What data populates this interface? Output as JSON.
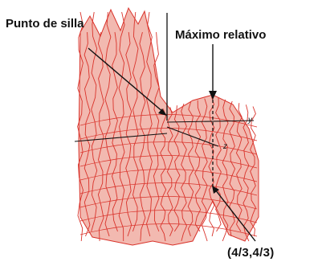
{
  "figure": {
    "labels": {
      "saddle_point": "Punto de silla",
      "relative_maximum": "Máximo relativo",
      "critical_point": "(4/3,4/3)",
      "y_axis": "y",
      "z_axis": "z"
    },
    "colors": {
      "surface_stroke": "#d9332b",
      "surface_fill": "#f2b9b0",
      "axes": "#111111",
      "background": "#ffffff"
    }
  }
}
